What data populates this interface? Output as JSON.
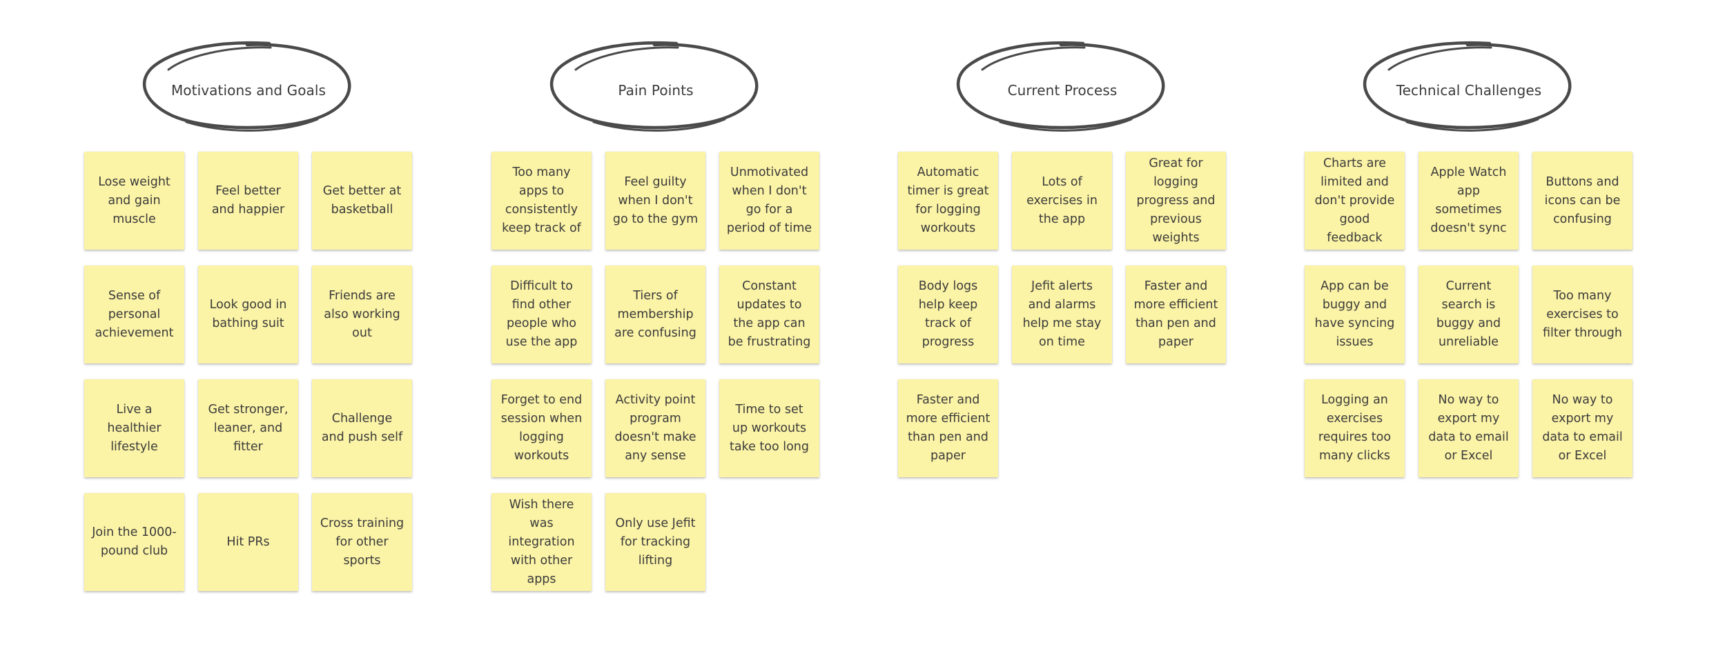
{
  "board": {
    "categories": [
      {
        "title": "Motivations and Goals",
        "notes": [
          "Lose weight and gain muscle",
          "Feel better and happier",
          "Get better at basketball",
          "Sense of personal achievement",
          "Look good in bathing suit",
          "Friends are also working out",
          "Live a healthier lifestyle",
          "Get stronger, leaner, and fitter",
          "Challenge and push self",
          "Join the 1000-pound club",
          "Hit PRs",
          "Cross training for other sports"
        ]
      },
      {
        "title": "Pain Points",
        "notes": [
          "Too many apps to consistently keep track of",
          "Feel guilty when I don't go to the gym",
          "Unmotivated when I don't go for a period of time",
          "Difficult to find other people who use the app",
          "Tiers of membership are confusing",
          "Constant updates to the app can be frustrating",
          "Forget to end session when logging workouts",
          "Activity point program doesn't make any sense",
          "Time to set up workouts take too long",
          "Wish there was integration with other apps",
          "Only use Jefit for tracking lifting"
        ]
      },
      {
        "title": "Current Process",
        "notes": [
          "Automatic timer is great for logging workouts",
          "Lots of exercises in the app",
          "Great for logging progress and previous weights",
          "Body logs help keep track of progress",
          "Jefit alerts and alarms help me stay on time",
          "Faster and more efficient than pen and paper",
          "Faster and more efficient than pen and paper"
        ]
      },
      {
        "title": "Technical Challenges",
        "notes": [
          "Charts are limited and don't provide good feedback",
          "Apple Watch app sometimes doesn't sync",
          "Buttons and icons can be confusing",
          "App can be buggy and have syncing issues",
          "Current search is buggy and unreliable",
          "Too many exercises to filter through",
          "Logging an exercises requires too many clicks",
          "No way to export my data to email or Excel",
          "No way to export my data to email or Excel"
        ]
      }
    ],
    "colors": {
      "sticky_note": "#fbf3a6",
      "ellipse_stroke": "#4a4a4a",
      "text": "#3b3b3b"
    },
    "icons": {
      "header_marker": "hand-drawn-ellipse"
    }
  }
}
